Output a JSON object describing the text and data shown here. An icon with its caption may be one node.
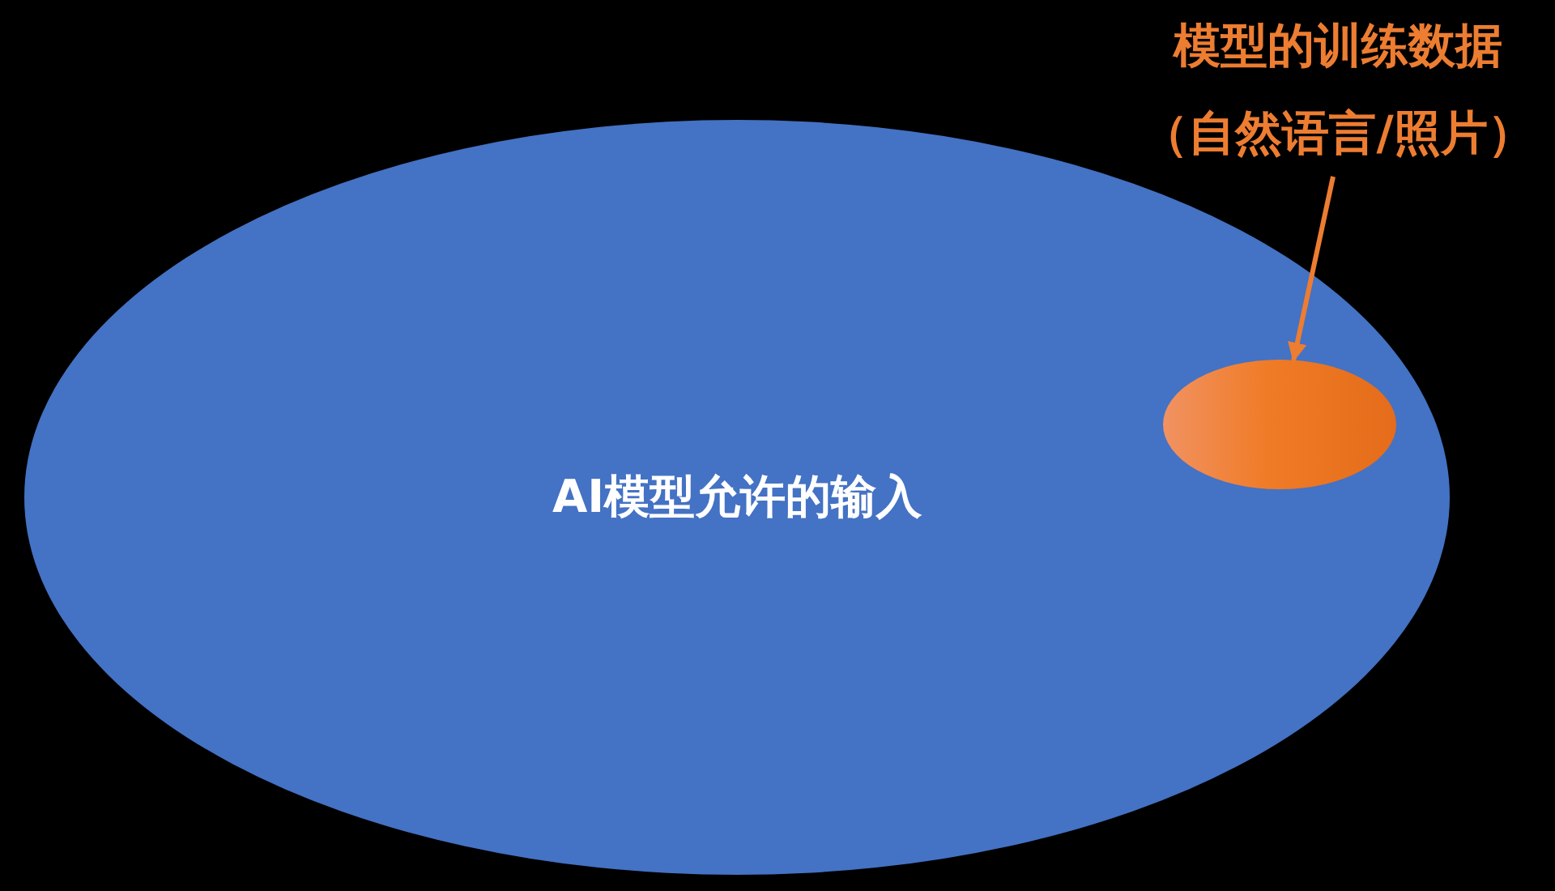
{
  "diagram": {
    "nodes": [
      {
        "text": [
          "AI模型允许的输入"
        ]
      },
      {
        "text": [],
        "shape": "ellipse",
        "in": 0
      },
      {
        "text": [
          "模型的训练数据（自然语言/照片）"
        ]
      }
    ],
    "edges": [
      {
        "from": 2,
        "to": 1,
        "arrow": "to"
      }
    ]
  }
}
